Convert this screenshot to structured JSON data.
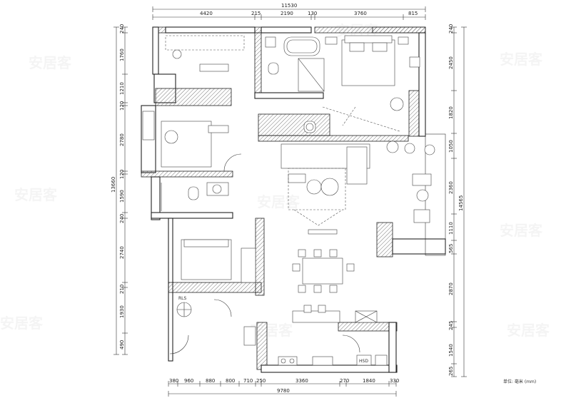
{
  "plan": {
    "top_dims": {
      "total": "11530",
      "segments": [
        "4420",
        "215",
        "2190",
        "130",
        "3760",
        "815"
      ]
    },
    "bottom_dims": {
      "total": "9780",
      "segments": [
        "380",
        "960",
        "880",
        "800",
        "710",
        "250",
        "3360",
        "270",
        "1840",
        "330"
      ]
    },
    "left_dims": {
      "total": "13660",
      "segments": [
        "240",
        "1760",
        "1210",
        "120",
        "2780",
        "120",
        "1590",
        "240",
        "2740",
        "210",
        "1930",
        "490"
      ]
    },
    "right_dims": {
      "total": "14565",
      "segments": [
        "240",
        "2450",
        "1820",
        "1050",
        "2360",
        "1110",
        "565",
        "2870",
        "245",
        "1540",
        "265"
      ]
    },
    "unit_note": "单位: 毫米 (mm)",
    "small_labels": {
      "dining_label": "RLS",
      "kitchen_label": "HSD"
    },
    "watermark_text": "安居客"
  }
}
